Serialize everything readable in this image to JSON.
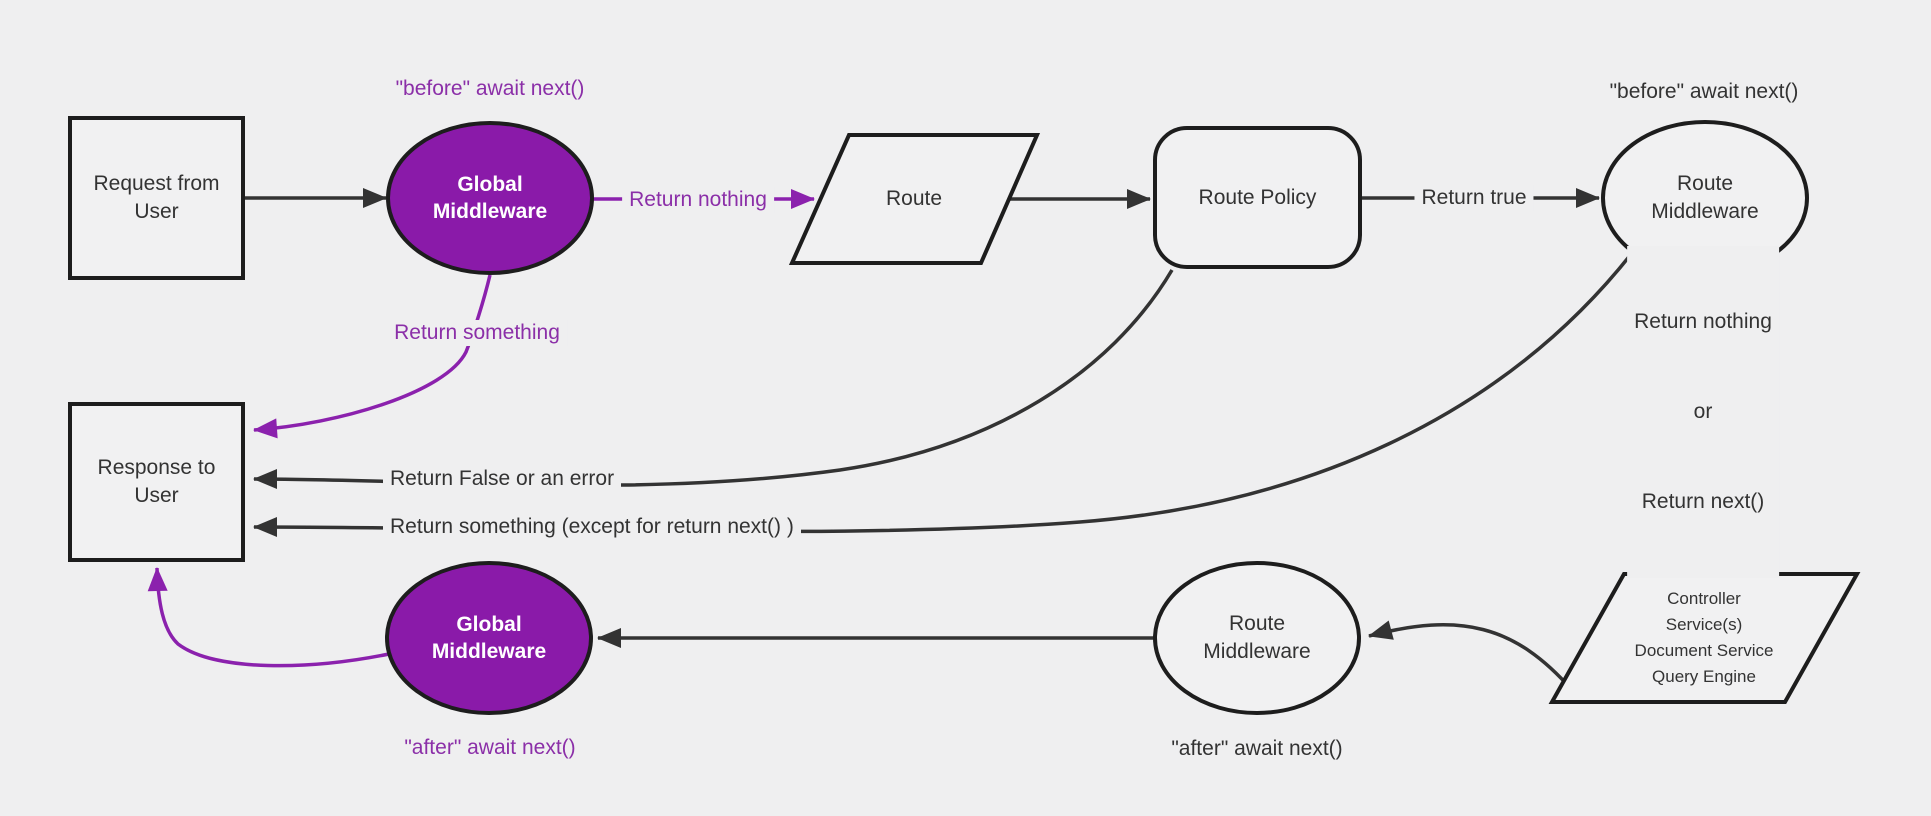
{
  "diagram": {
    "description": "Middleware request flow diagram",
    "colors": {
      "background": "#efeff0",
      "node_fill": "#f1f1f2",
      "node_stroke": "#1d1d1d",
      "edge_line": "#333333",
      "purple_fill": "#8a1aa9",
      "purple_line": "#8b21ad",
      "purple_text": "#8b2fa8",
      "white_text": "#ffffff"
    },
    "nodes": {
      "request": {
        "line1": "Request from",
        "line2": "User"
      },
      "gm_top": {
        "line1": "Global",
        "line2": "Middleware"
      },
      "route": {
        "label": "Route"
      },
      "route_policy": {
        "label": "Route Policy"
      },
      "rm_top": {
        "line1": "Route",
        "line2": "Middleware"
      },
      "controller": {
        "line1": "Controller",
        "line2": "Service(s)",
        "line3": "Document Service",
        "line4": "Query Engine"
      },
      "rm_bottom": {
        "line1": "Route",
        "line2": "Middleware"
      },
      "gm_bottom": {
        "line1": "Global",
        "line2": "Middleware"
      },
      "response": {
        "line1": "Response to",
        "line2": "User"
      }
    },
    "labels": {
      "before_global": "\"before\" await next()",
      "return_nothing": "Return nothing",
      "before_route": "\"before\" await next()",
      "return_true": "Return true",
      "return_nothing_or_1": "Return nothing",
      "return_nothing_or_2": "or",
      "return_nothing_or_3": "Return next()",
      "return_something": "Return something",
      "return_false": "Return False or an error",
      "return_something_except": "Return something (except for return next() )",
      "after_route": "\"after\" await next()",
      "after_global": "\"after\" await next()"
    }
  }
}
